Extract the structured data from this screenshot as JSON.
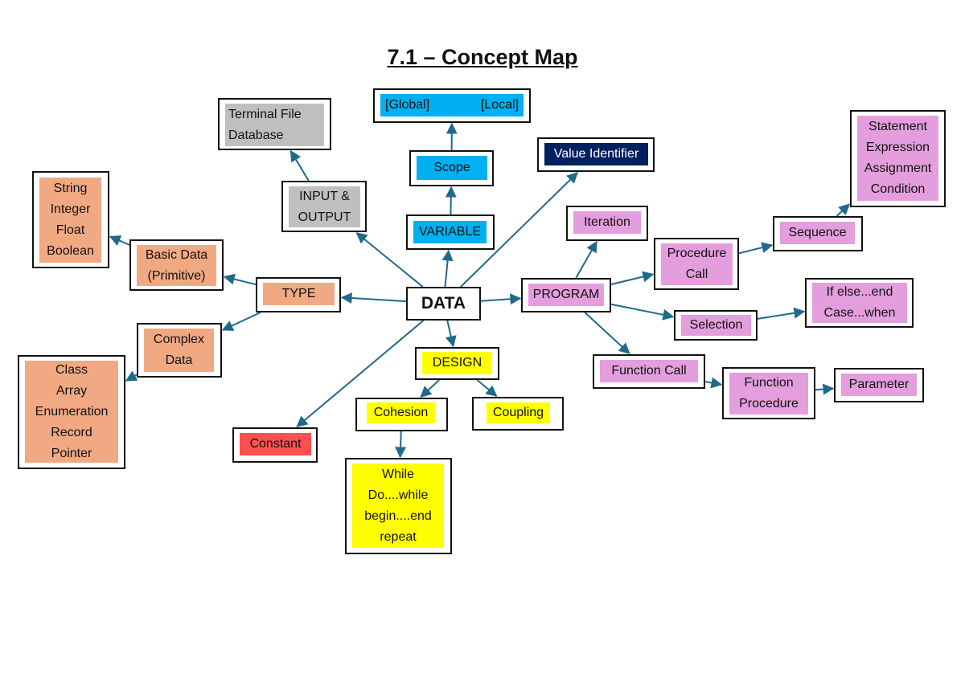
{
  "title": "7.1 – Concept Map",
  "colors": {
    "edge": "#1f6a8a",
    "type_group": "#f1a983",
    "io_group": "#bfbfbf",
    "variable_group": "#00b0f0",
    "value_identifier": "#002060",
    "program_group": "#e49edd",
    "design_group": "#ffff00",
    "constant": "#ff5050"
  },
  "nodes": {
    "data": {
      "lines": [
        "DATA"
      ]
    },
    "type": {
      "lines": [
        "TYPE"
      ]
    },
    "basic_data": {
      "lines": [
        "Basic Data",
        "(Primitive)"
      ]
    },
    "primitive_types": {
      "lines": [
        "String",
        "Integer",
        "Float",
        "Boolean"
      ]
    },
    "complex_data": {
      "lines": [
        "Complex",
        "Data"
      ]
    },
    "complex_types": {
      "lines": [
        "Class",
        "Array",
        "Enumeration",
        "Record",
        "Pointer"
      ]
    },
    "input_output": {
      "lines": [
        "INPUT &",
        "OUTPUT"
      ]
    },
    "io_devices": {
      "lines": [
        "Terminal File",
        "Database"
      ]
    },
    "variable": {
      "lines": [
        "VARIABLE"
      ]
    },
    "scope": {
      "lines": [
        "Scope"
      ]
    },
    "scope_kinds": {
      "left": "[Global]",
      "right": "[Local]"
    },
    "value_identifier": {
      "lines": [
        "Value Identifier"
      ]
    },
    "constant": {
      "lines": [
        "Constant"
      ]
    },
    "design": {
      "lines": [
        "DESIGN"
      ]
    },
    "cohesion": {
      "lines": [
        "Cohesion"
      ]
    },
    "coupling": {
      "lines": [
        "Coupling"
      ]
    },
    "loops": {
      "lines": [
        "While",
        "Do....while",
        "begin....end",
        "repeat"
      ]
    },
    "program": {
      "lines": [
        "PROGRAM"
      ]
    },
    "iteration": {
      "lines": [
        "Iteration"
      ]
    },
    "procedure_call": {
      "lines": [
        "Procedure",
        "Call"
      ]
    },
    "sequence": {
      "lines": [
        "Sequence"
      ]
    },
    "sequence_items": {
      "lines": [
        "Statement",
        "Expression",
        "Assignment",
        "Condition"
      ]
    },
    "selection": {
      "lines": [
        "Selection"
      ]
    },
    "selection_items": {
      "lines": [
        "If else...end",
        "Case...when"
      ]
    },
    "function_call": {
      "lines": [
        "Function Call"
      ]
    },
    "function_procedure": {
      "lines": [
        "Function",
        "Procedure"
      ]
    },
    "parameter": {
      "lines": [
        "Parameter"
      ]
    }
  },
  "edges": [
    {
      "from": "data",
      "to": "type"
    },
    {
      "from": "type",
      "to": "basic_data"
    },
    {
      "from": "basic_data",
      "to": "primitive_types"
    },
    {
      "from": "type",
      "to": "complex_data"
    },
    {
      "from": "complex_data",
      "to": "complex_types"
    },
    {
      "from": "data",
      "to": "input_output"
    },
    {
      "from": "input_output",
      "to": "io_devices"
    },
    {
      "from": "data",
      "to": "variable"
    },
    {
      "from": "variable",
      "to": "scope"
    },
    {
      "from": "scope",
      "to": "scope_kinds"
    },
    {
      "from": "data",
      "to": "value_identifier"
    },
    {
      "from": "data",
      "to": "constant"
    },
    {
      "from": "data",
      "to": "design"
    },
    {
      "from": "design",
      "to": "cohesion"
    },
    {
      "from": "design",
      "to": "coupling"
    },
    {
      "from": "cohesion",
      "to": "loops"
    },
    {
      "from": "data",
      "to": "program"
    },
    {
      "from": "program",
      "to": "iteration"
    },
    {
      "from": "program",
      "to": "procedure_call"
    },
    {
      "from": "procedure_call",
      "to": "sequence"
    },
    {
      "from": "sequence",
      "to": "sequence_items"
    },
    {
      "from": "program",
      "to": "selection"
    },
    {
      "from": "selection",
      "to": "selection_items"
    },
    {
      "from": "program",
      "to": "function_call"
    },
    {
      "from": "function_call",
      "to": "function_procedure"
    },
    {
      "from": "function_procedure",
      "to": "parameter"
    }
  ]
}
